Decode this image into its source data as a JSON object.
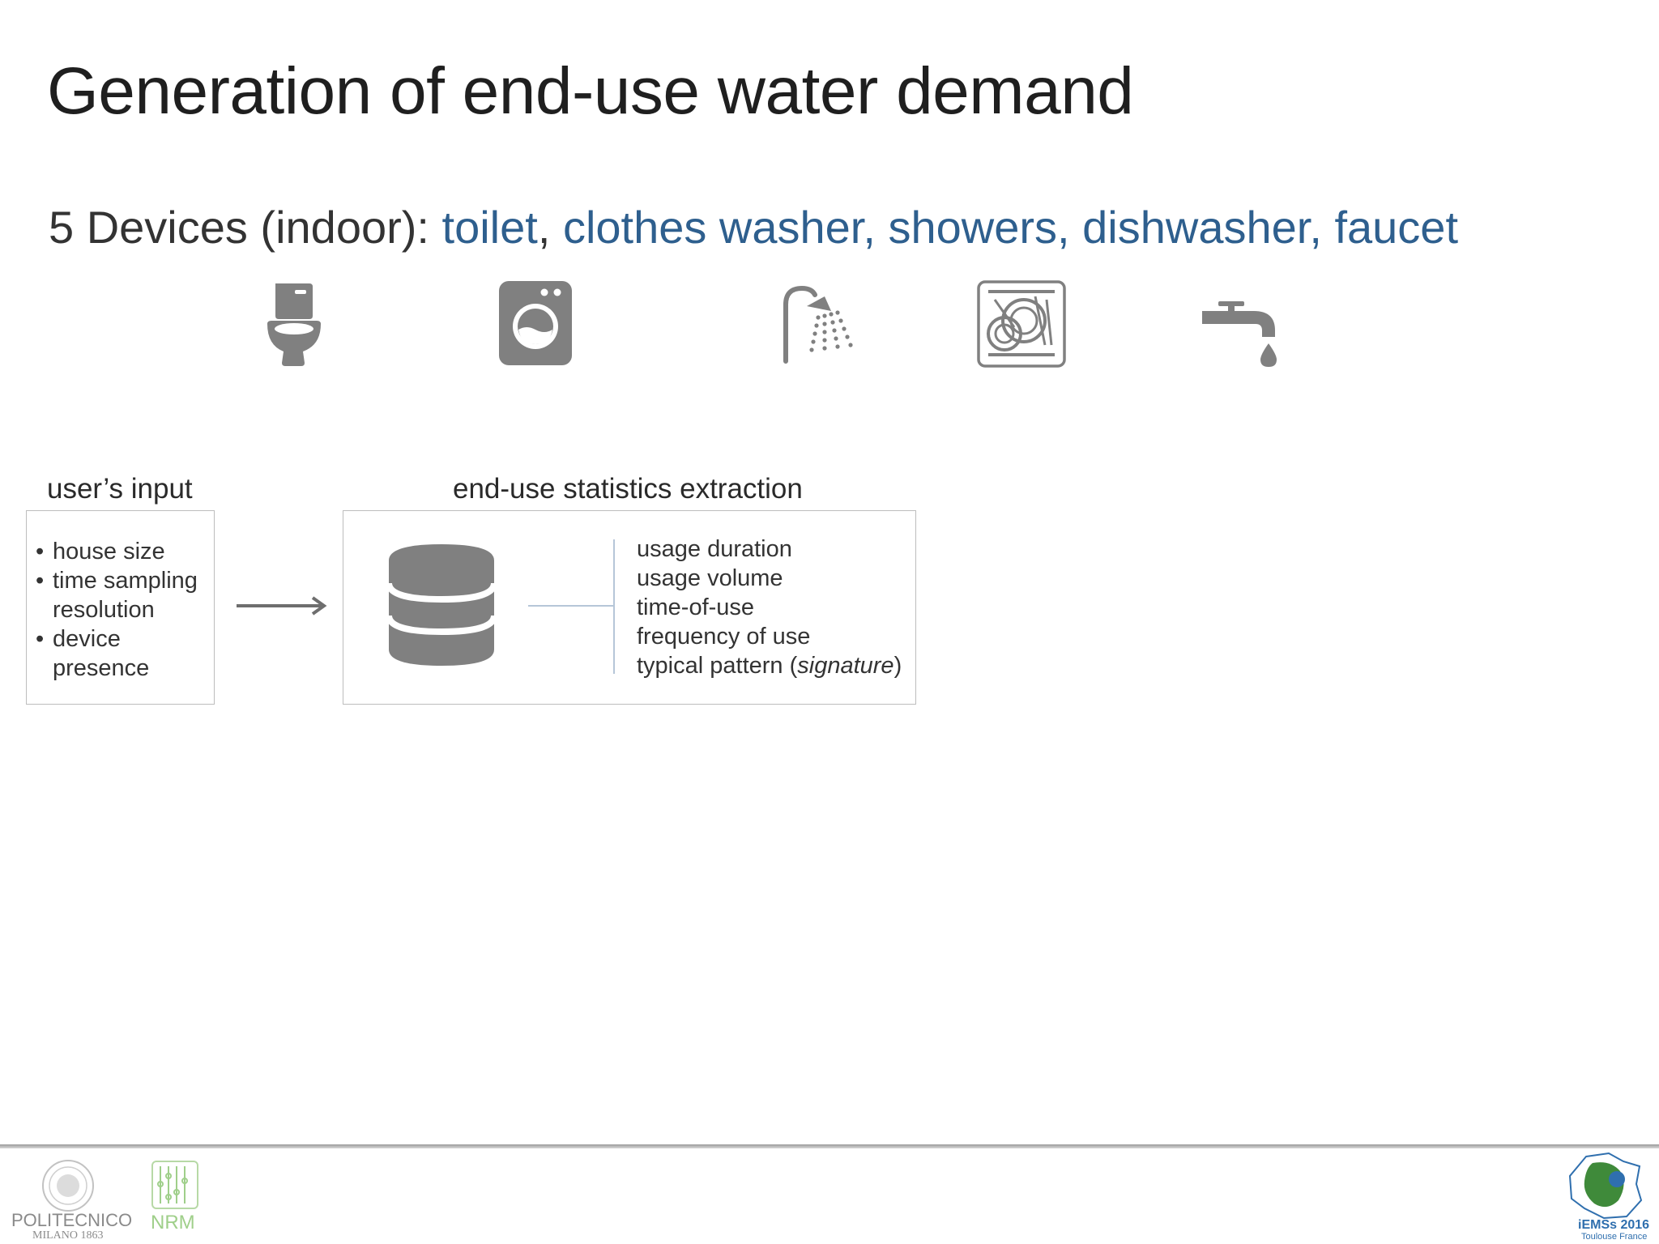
{
  "slide": {
    "title": "Generation of end-use water demand",
    "devices_prefix": "5 Devices (indoor): ",
    "devices": [
      "toilet",
      "clothes washer",
      "showers",
      "dishwasher",
      "faucet"
    ],
    "icons": [
      "toilet-icon",
      "washing-machine-icon",
      "shower-icon",
      "dishwasher-icon",
      "faucet-icon"
    ],
    "device_color": "#2e5f8e",
    "icon_color": "#808080"
  },
  "flow": {
    "user_input": {
      "heading": "user’s input",
      "items": [
        "house size",
        "time sampling resolution",
        "device presence"
      ]
    },
    "extraction": {
      "heading": "end-use statistics extraction",
      "items": [
        "usage duration",
        "usage volume",
        "time-of-use",
        "frequency of use"
      ],
      "last_item_prefix": "typical pattern (",
      "last_item_em": "signature",
      "last_item_suffix": ")"
    },
    "arrow_icon": "right-arrow-icon",
    "database_icon": "database-icon"
  },
  "footer": {
    "left_logo_line1": "POLITECNICO",
    "left_logo_line2": "MILANO 1863",
    "nrm_label": "NRM",
    "right_logo_line1": "iEMSs 2016",
    "right_logo_line2": "Toulouse France"
  }
}
